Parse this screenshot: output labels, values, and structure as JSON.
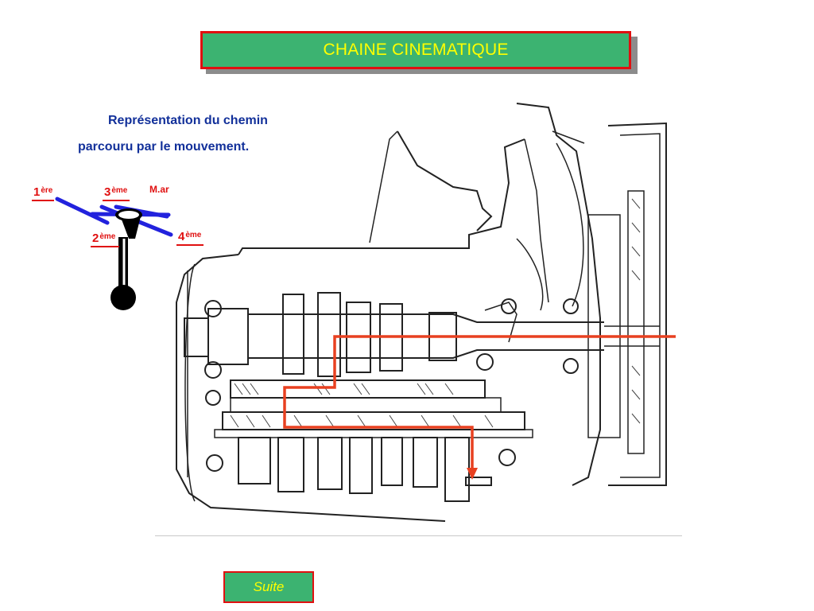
{
  "header": {
    "title": "CHAINE CINEMATIQUE"
  },
  "caption": {
    "line1": "Représentation du chemin",
    "line2": "parcouru par le mouvement."
  },
  "gears": {
    "first": {
      "num": "1",
      "sup": "ère"
    },
    "third": {
      "num": "3",
      "sup": "ème"
    },
    "reverse": {
      "text": "M.ar"
    },
    "second": {
      "num": "2",
      "sup": "ème"
    },
    "fourth": {
      "num": "4",
      "sup": "ème"
    }
  },
  "footer": {
    "suite_label": "Suite"
  },
  "colors": {
    "accent_green": "#3cb371",
    "title_text": "#ffff00",
    "border_red": "#e01010",
    "gate_blue": "#2222dd",
    "path_red": "#e84020",
    "caption_blue": "#12309a"
  },
  "icons": {
    "lever": "gear-lever-icon",
    "path": "power-flow-arrow-icon"
  }
}
